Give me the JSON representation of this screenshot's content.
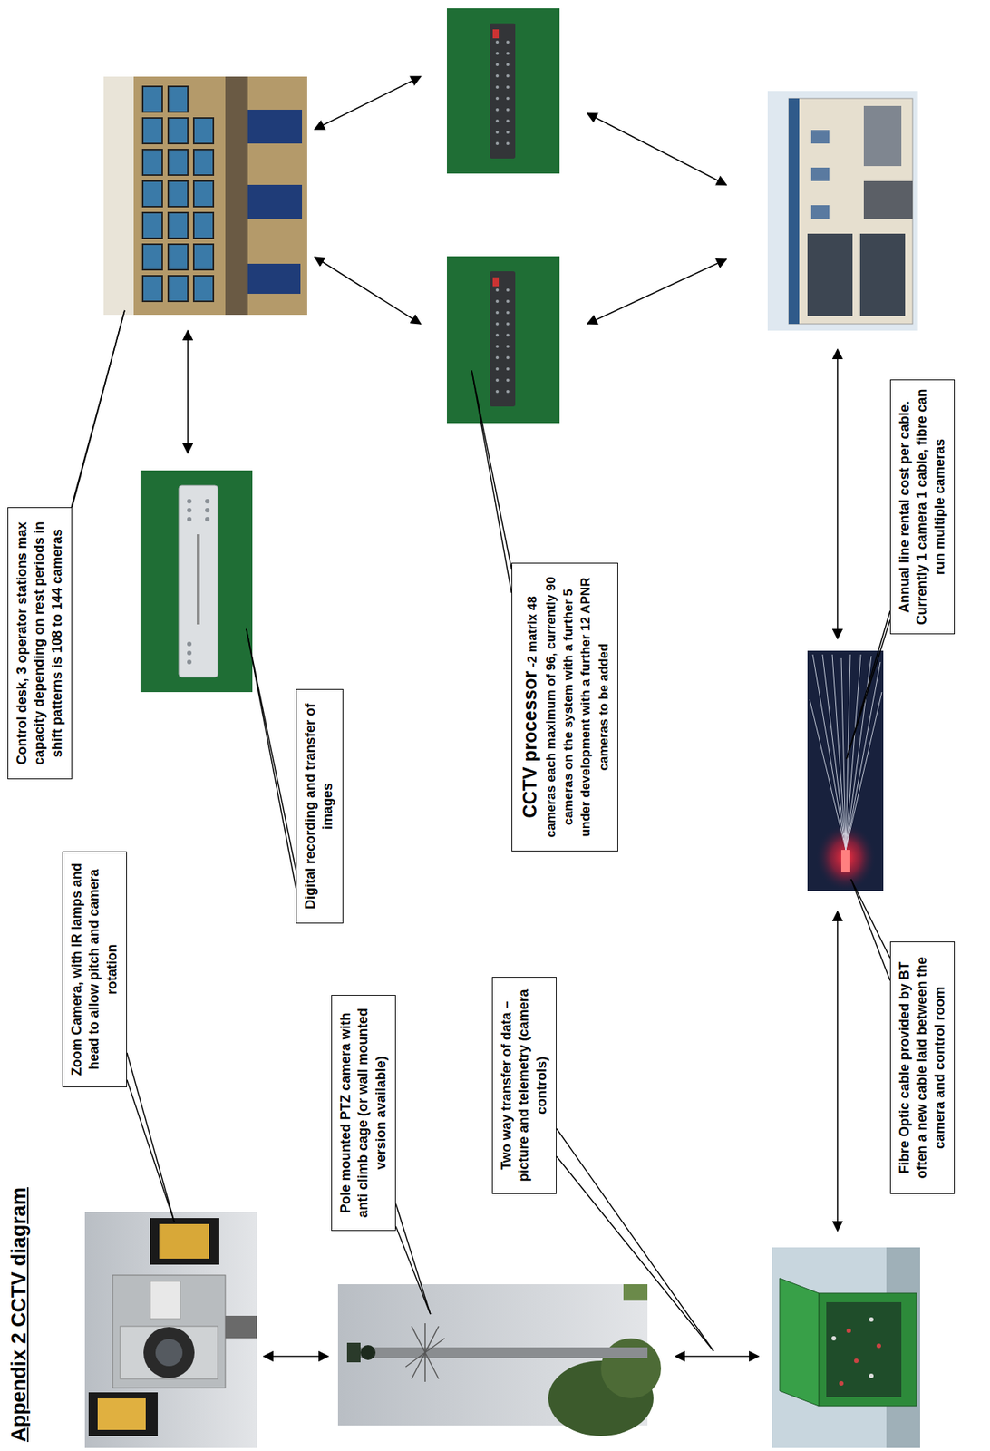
{
  "diagram": {
    "title": "Appendix 2 CCTV diagram",
    "nodes": [
      {
        "text": [
          "Zoom Camera, with IR lamps and head to allow pitch and camera rotation"
        ]
      },
      {
        "text": [
          "Digital recording and transfer of images"
        ]
      },
      {
        "text": [
          "Control desk, 3 operator stations max capacity depending on rest periods in shift patterns is 108 to 144 cameras"
        ]
      },
      {
        "text": [
          "Pole mounted PTZ camera with anti climb cage (or wall mounted version available)"
        ]
      },
      {
        "text": [
          "Two way transfer of data – picture and telemetry (camera controls)"
        ]
      },
      {
        "text": [
          "CCTV processor",
          "-2 matrix 48 cameras each maximum of 96, currently 90 cameras on the system with a further 5 under development with a further 12 APNR cameras to be added"
        ]
      },
      {
        "text": [
          "Fibre Optic cable provided by BT often a new cable laid between the camera and control room"
        ]
      },
      {
        "text": [
          "Annual line rental cost per cable. Currently 1 camera 1 cable, fibre can run multiple cameras"
        ]
      }
    ]
  }
}
